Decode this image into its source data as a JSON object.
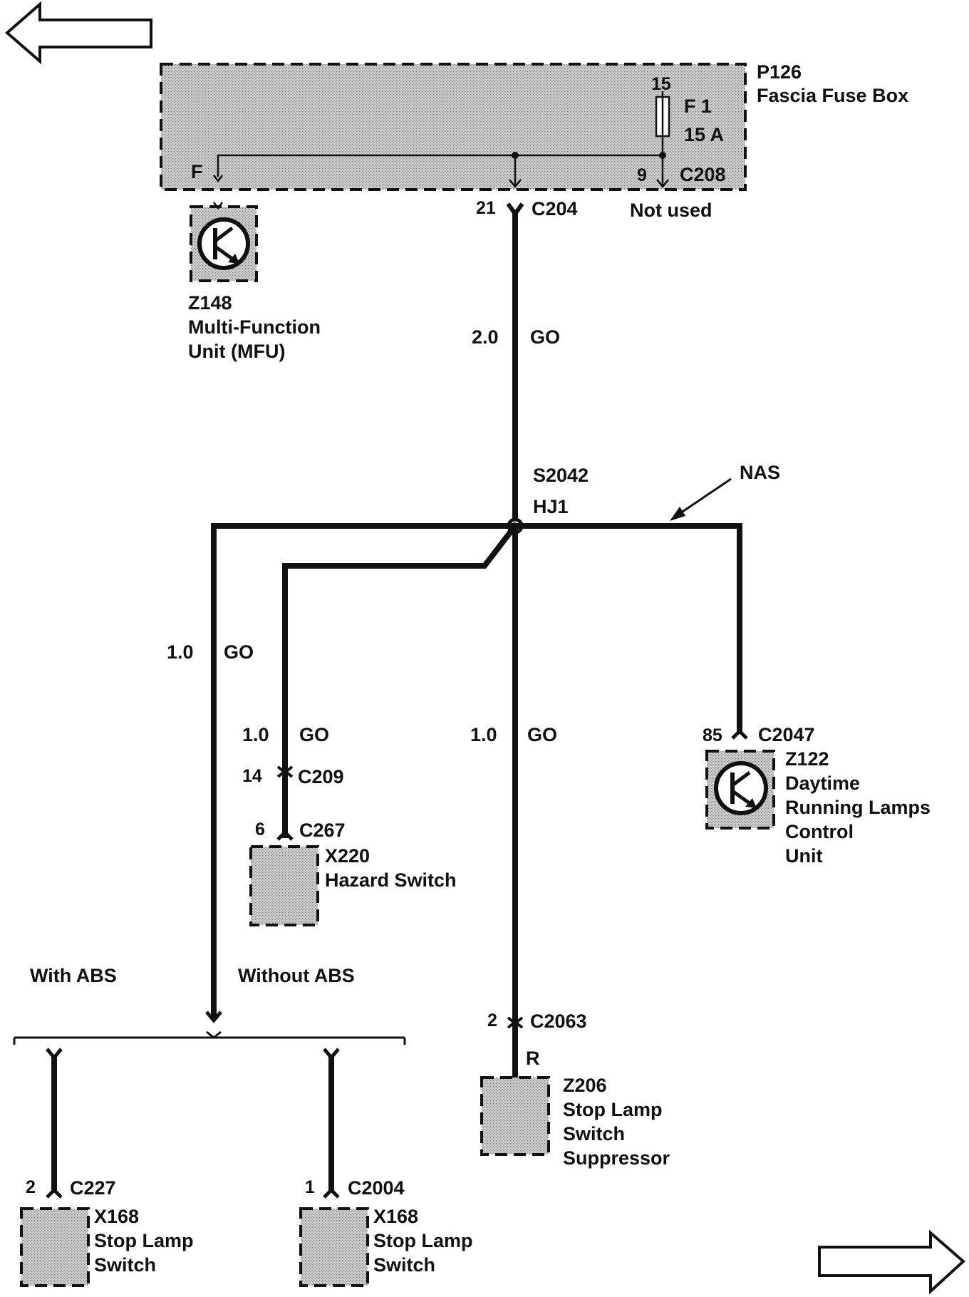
{
  "nav": {
    "prev_page": "arrow-left",
    "next_page": "arrow-right"
  },
  "fuse_box": {
    "id": "P126",
    "name": "Fascia Fuse Box",
    "fuse_pin": "15",
    "fuse_id": "F 1",
    "fuse_rating": "15 A",
    "feed_label": "F",
    "connector_pin": "9",
    "connector": "C208",
    "not_used": "Not used"
  },
  "mfu": {
    "id": "Z148",
    "name_line1": "Multi-Function",
    "name_line2": "Unit (MFU)"
  },
  "main_wire": {
    "pin": "21",
    "connector": "C204",
    "size": "2.0",
    "color": "GO"
  },
  "splice": {
    "id": "S2042",
    "harness": "HJ1",
    "market_note": "NAS"
  },
  "left_branch": {
    "size": "1.0",
    "color": "GO",
    "with_abs": "With ABS",
    "without_abs": "Without ABS"
  },
  "hazard_branch": {
    "size": "1.0",
    "color": "GO",
    "inline_pin": "14",
    "inline_connector": "C209",
    "pin": "6",
    "connector": "C267",
    "id": "X220",
    "name": "Hazard Switch"
  },
  "suppressor_branch": {
    "size": "1.0",
    "color": "GO",
    "pin": "2",
    "connector": "C2063",
    "wire_color": "R",
    "id": "Z206",
    "name_line1": "Stop Lamp",
    "name_line2": "Switch",
    "name_line3": "Suppressor"
  },
  "drl_branch": {
    "pin": "85",
    "connector": "C2047",
    "id": "Z122",
    "name_line1": "Daytime",
    "name_line2": "Running Lamps",
    "name_line3": "Control",
    "name_line4": "Unit"
  },
  "stop_switch_abs": {
    "pin": "2",
    "connector": "C227",
    "id": "X168",
    "name_line1": "Stop Lamp",
    "name_line2": "Switch"
  },
  "stop_switch_no_abs": {
    "pin": "1",
    "connector": "C2004",
    "id": "X168",
    "name_line1": "Stop Lamp",
    "name_line2": "Switch"
  },
  "colors": {
    "ink": "#111111",
    "component_fill": "#c4c4c4",
    "background": "#ffffff"
  }
}
